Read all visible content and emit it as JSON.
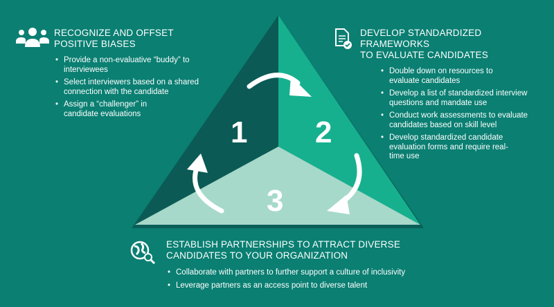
{
  "colors": {
    "background": "#0a7f72",
    "section1": "#0b5a55",
    "section2": "#16b08f",
    "section3": "#a6d9c9"
  },
  "sections": [
    {
      "number": "1",
      "icon": "people-group-icon",
      "title_line1": "RECOGNIZE AND OFFSET",
      "title_line2": "POSITIVE BIASES",
      "bullets": [
        "Provide a non-evaluative “buddy” to interviewees",
        "Select interviewers based on a shared connection with the candidate",
        "Assign a “challenger” in candidate evaluations"
      ]
    },
    {
      "number": "2",
      "icon": "document-check-icon",
      "title_line1": "DEVELOP STANDARDIZED FRAMEWORKS",
      "title_line2": "TO EVALUATE CANDIDATES",
      "bullets": [
        "Double down on resources to evaluate candidates",
        "Develop a list of standardized interview questions and mandate use",
        "Conduct work assessments to evaluate candidates based on skill level",
        "Develop standardized candidate evaluation forms and require real-time use"
      ]
    },
    {
      "number": "3",
      "icon": "globe-search-icon",
      "title_line1": "ESTABLISH PARTNERSHIPS TO ATTRACT DIVERSE",
      "title_line2": "CANDIDATES TO YOUR ORGANIZATION",
      "bullets": [
        "Collaborate with partners to further support a culture of inclusivity",
        "Leverage partners as an access point to diverse talent"
      ]
    }
  ]
}
